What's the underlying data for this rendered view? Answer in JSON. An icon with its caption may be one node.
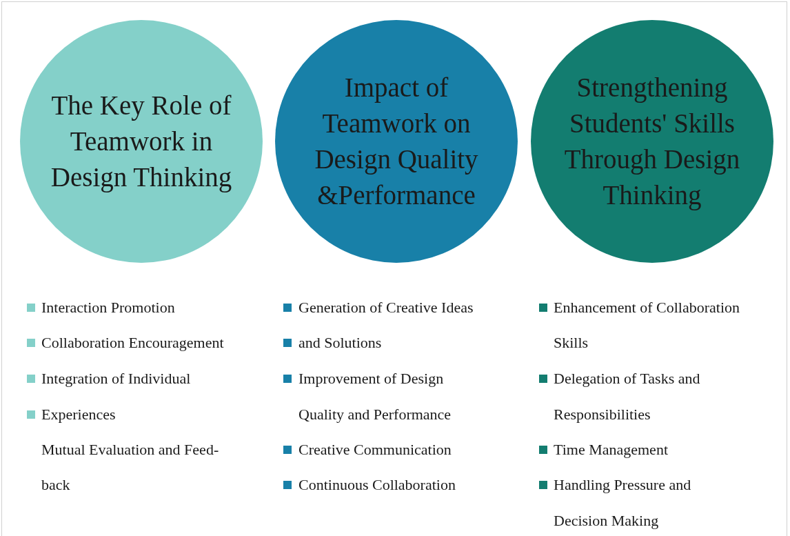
{
  "diagram": {
    "nodes": [
      {
        "text": [
          "The Key Role of Teamwork in Design Thinking"
        ]
      },
      {
        "text": [
          "Impact of Teamwork on Design Quality &Performance"
        ]
      },
      {
        "text": [
          "Strengthening Students' Skills Through Design Thinking"
        ]
      }
    ],
    "labels": [
      "Interaction Promotion",
      "Collaboration Encouragement",
      "Integration of Individual",
      "Experiences",
      "Mutual Evaluation and Feed-",
      "back",
      "Generation of Creative Ideas",
      "and Solutions",
      "Improvement of Design",
      "Quality and Performance",
      "Creative Communication",
      "Continuous Collaboration",
      "Enhancement of Collaboration",
      "Skills",
      "Delegation of Tasks and",
      "Responsibilities",
      "Time Management",
      "Handling Pressure and",
      "Decision Making"
    ]
  }
}
